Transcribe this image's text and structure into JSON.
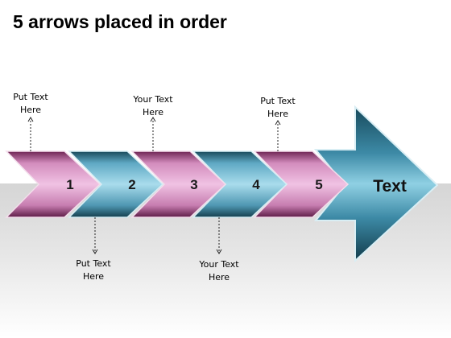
{
  "title": "5 arrows placed in order",
  "steps": [
    {
      "number": "1",
      "color": "pink"
    },
    {
      "number": "2",
      "color": "teal"
    },
    {
      "number": "3",
      "color": "pink"
    },
    {
      "number": "4",
      "color": "teal"
    },
    {
      "number": "5",
      "color": "pink"
    }
  ],
  "big_arrow_text": "Text",
  "callouts_top": [
    {
      "line1": "Put Text",
      "line2": "Here"
    },
    {
      "line1": "Your Text",
      "line2": "Here"
    },
    {
      "line1": "Put Text",
      "line2": "Here"
    }
  ],
  "callouts_bottom": [
    {
      "line1": "Put Text",
      "line2": "Here"
    },
    {
      "line1": "Your Text",
      "line2": "Here"
    }
  ],
  "colors": {
    "pink_light": "#e3a9d3",
    "pink_dark": "#7a2c5e",
    "teal_light": "#8ccbe0",
    "teal_dark": "#1c5568",
    "background_band": "#dcdcdc"
  }
}
